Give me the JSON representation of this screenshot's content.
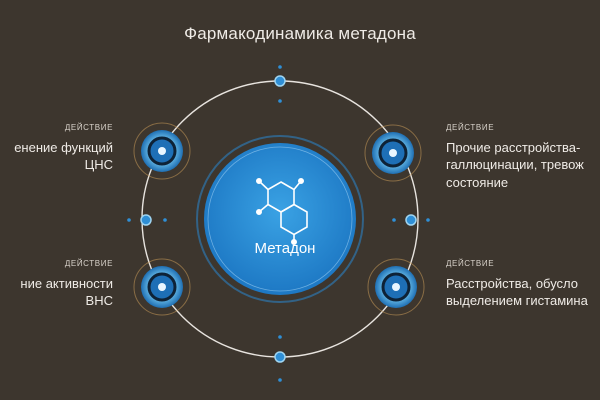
{
  "title": "Фармакодинамика метадона",
  "center": {
    "label": "Метадон",
    "icon": "molecule-icon"
  },
  "effects": [
    {
      "caption": "ДЕЙСТВИЕ",
      "lines": [
        "енение функций",
        "ЦНС"
      ]
    },
    {
      "caption": "ДЕЙСТВИЕ",
      "lines": [
        "ние активности",
        "ВНС"
      ]
    },
    {
      "caption": "ДЕЙСТВИЕ",
      "lines": [
        "Прочие расстройства-",
        "галлюцинации, тревож",
        "состояние"
      ]
    },
    {
      "caption": "ДЕЙСТВИЕ",
      "lines": [
        "Расстройства, обусло",
        "выделением гистамина"
      ]
    }
  ],
  "colors": {
    "background": "#3d362e",
    "accent": "#2f8fd6",
    "node_glow": "#9fd4f0",
    "ring_outline": "#c99a5a",
    "orbit": "#e8e4df"
  }
}
